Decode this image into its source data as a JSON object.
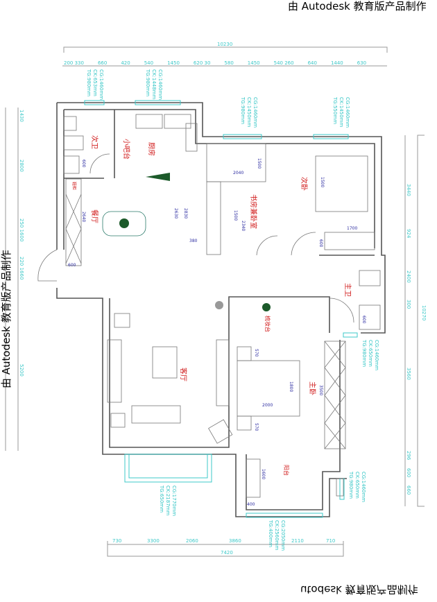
{
  "watermark": {
    "text": "由 Autodesk 教育版产品制作",
    "bottom_mirrored": "utodesk 教育版产品制作"
  },
  "dimensions": {
    "top_total": "10230",
    "top_segments": [
      "200 330",
      "660",
      "420",
      "540",
      "1450",
      "620 30",
      "580",
      "1450",
      "540 260",
      "640",
      "1440",
      "630"
    ],
    "left_segments": [
      "1430",
      "2800",
      "250 1600",
      "220 1660",
      "5200"
    ],
    "right_total": "10270",
    "right_segments": [
      "3440",
      "924",
      "2400",
      "300",
      "3560",
      "296",
      "600",
      "660"
    ],
    "bottom_segments": [
      "730",
      "3300",
      "2060",
      "3860",
      "2110",
      "710"
    ],
    "bottom_total": "7420",
    "interior": [
      "600",
      "2640",
      "600",
      "2830",
      "2630",
      "380",
      "1500",
      "2040",
      "1500",
      "2340",
      "1500",
      "570",
      "1800",
      "2000",
      "570",
      "3500",
      "600",
      "1600",
      "400",
      "1700",
      "600"
    ]
  },
  "rooms": {
    "second_bath": "次卫",
    "bar": "小吧台",
    "kitchen": "厨房",
    "study_bedroom": "书房兼卧室",
    "second_bedroom": "次卧",
    "dining": "餐厅",
    "living": "客厅",
    "master_bath": "主卫",
    "master_bedroom": "主卧",
    "dresser": "梳妆台",
    "balcony": "阳台",
    "shoe_cabinet": "鞋柜"
  },
  "windows": [
    "CG:1460mm\nCK:653mm\nTG:980mm",
    "CG:1460mm\nCK:1448mm\nTG:980mm",
    "CG:1460mm\nCK:1450mm\nTG:980mm",
    "CG:1460mm\nCK:1450mm\nTG:550mm",
    "CG:1460mm\nCK:650mm\nTG:980mm",
    "CG:1770mm\nCK:2187mm\nTG:650mm",
    "CG:2050mm\nCK:2560mm\nTG:400mm",
    "CG:1460mm\nCK:650mm\nTG:980mm"
  ],
  "colors": {
    "wall": "#555555",
    "window": "#3cc8c8",
    "label": "#d01818",
    "dim_text": "#2a2aa0"
  }
}
